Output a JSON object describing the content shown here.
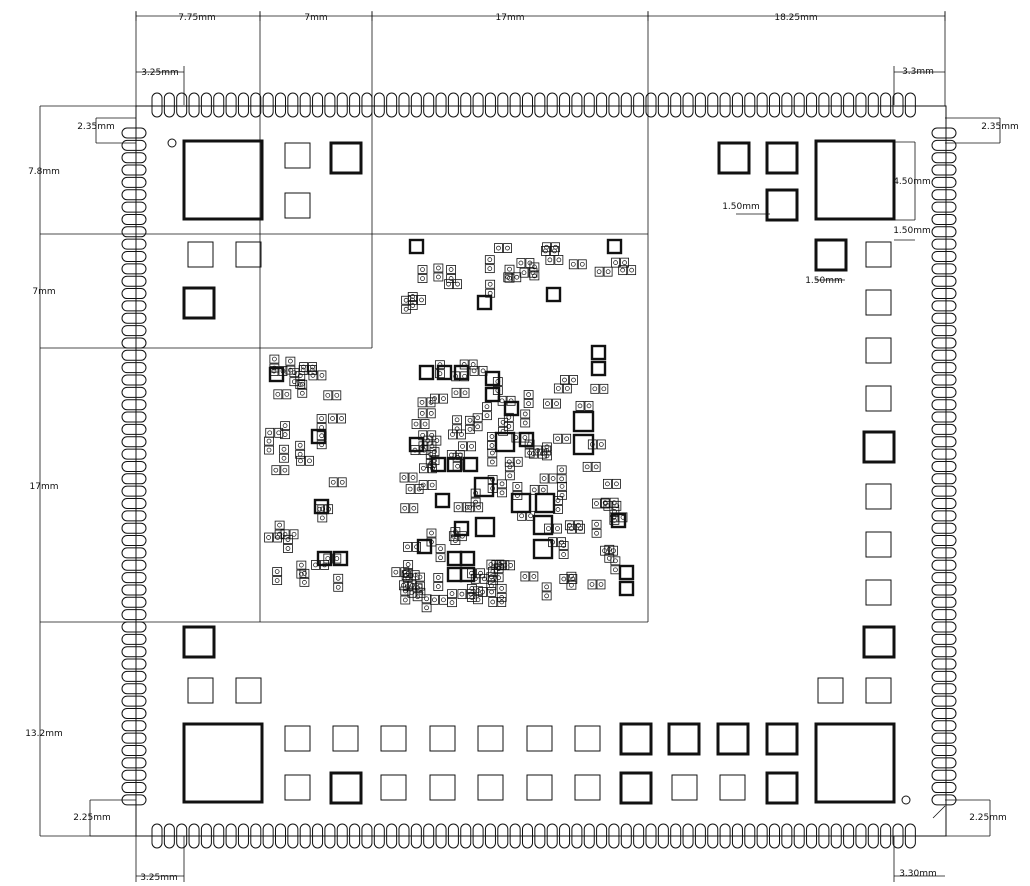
{
  "colors": {
    "line": "#111111",
    "background": "#ffffff"
  },
  "dimensions": {
    "top": [
      "7.75mm",
      "7mm",
      "17mm",
      "18.25mm"
    ],
    "left": [
      "7.8mm",
      "7mm",
      "17mm",
      "13.2mm"
    ],
    "inset_top_left": "3.25mm",
    "inset_top_right": "3.3mm",
    "inset_bottom_left": "3.25mm",
    "inset_bottom_right": "3.30mm",
    "edge_left_top": "2.35mm",
    "edge_right_top": "2.35mm",
    "edge_left_bottom": "2.25mm",
    "edge_right_bottom": "2.25mm",
    "pad_height": "4.50mm",
    "pad_gap": "1.50mm",
    "pad_width": "1.50mm",
    "pad_spacing": "1.50mm"
  }
}
